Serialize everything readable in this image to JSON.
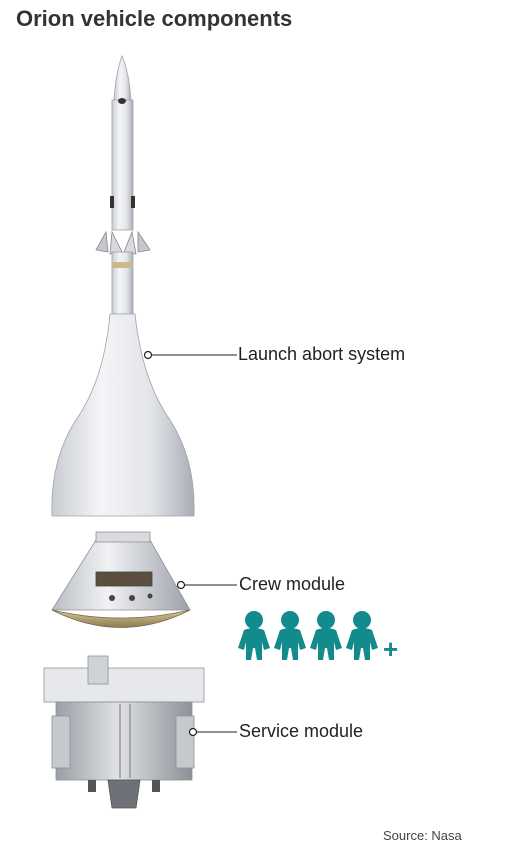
{
  "title": "Orion vehicle components",
  "components": [
    {
      "label": "Launch abort system"
    },
    {
      "label": "Crew module"
    },
    {
      "label": "Service module"
    }
  ],
  "crew_icons": {
    "count": 4,
    "extra_symbol": "+",
    "color": "#138a8c"
  },
  "source": "Source: Nasa"
}
